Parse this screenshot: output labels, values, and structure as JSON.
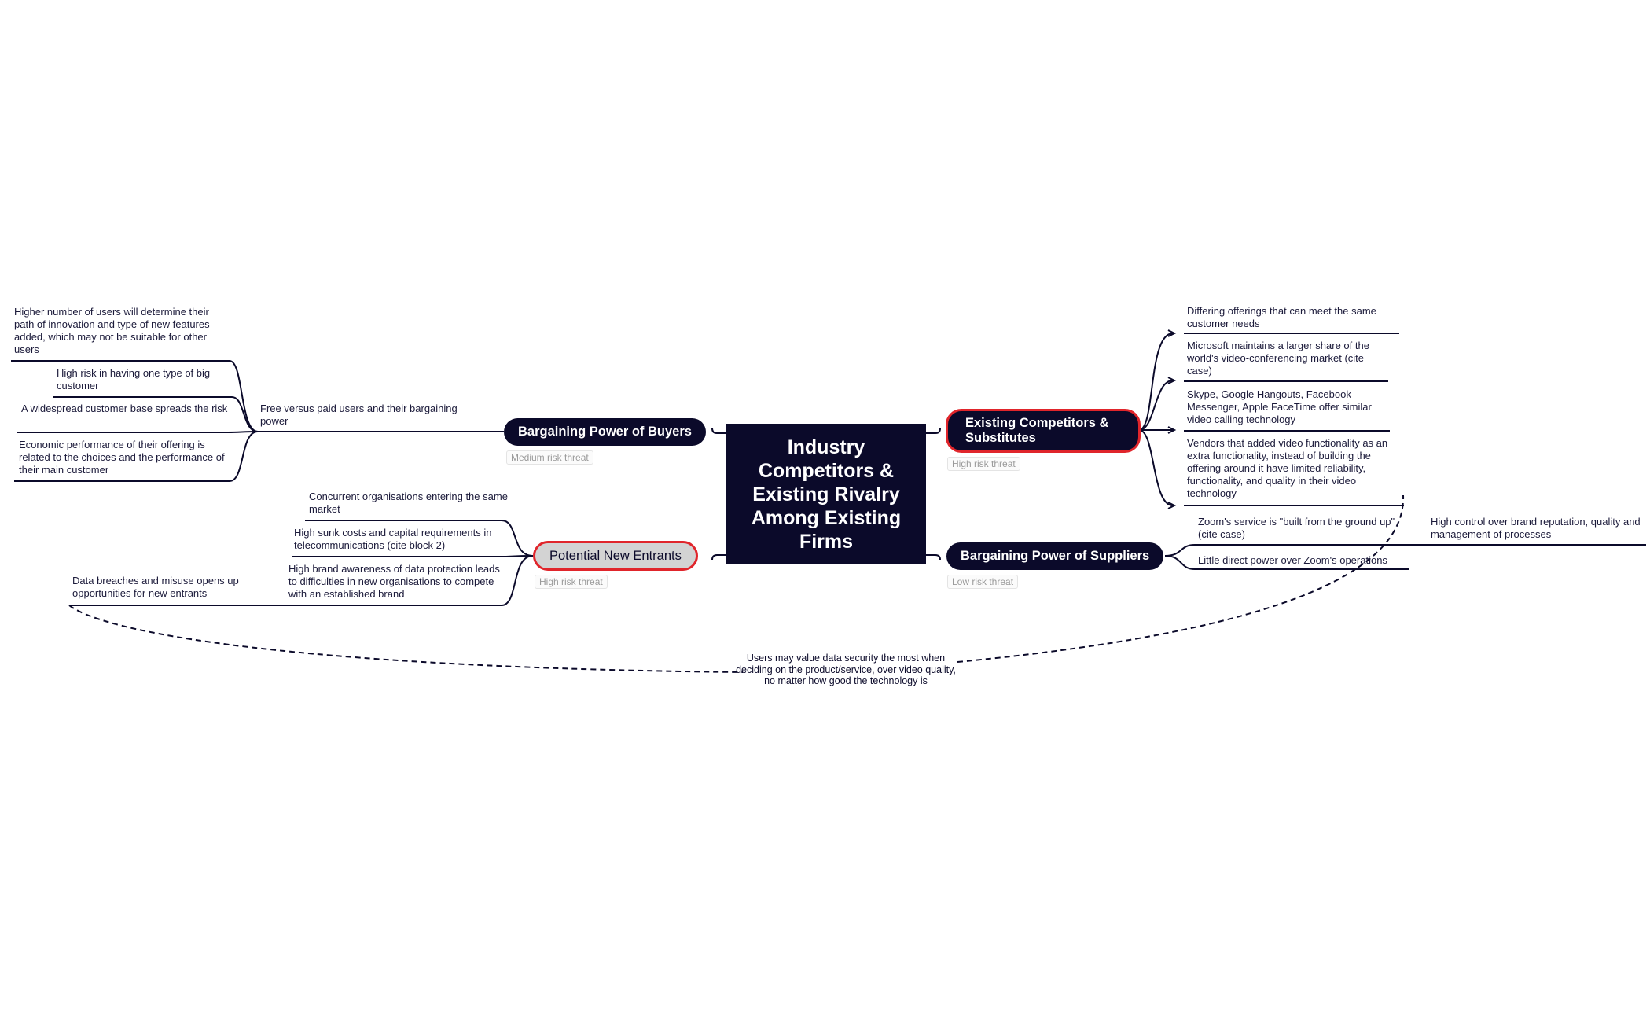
{
  "central": {
    "title": "Industry Competitors & Existing Rivalry Among Existing Firms"
  },
  "branches": {
    "buyers": {
      "title": "Bargaining Power of Buyers",
      "tag": "Medium risk threat"
    },
    "competitors": {
      "title": "Existing Competitors & Substitutes",
      "tag": "High risk threat"
    },
    "entrants": {
      "title": "Potential New Entrants",
      "tag": "High risk threat"
    },
    "suppliers": {
      "title": "Bargaining Power of Suppliers",
      "tag": "Low risk threat"
    }
  },
  "buyers_sub": "Free versus paid users and their bargaining power",
  "buyers_leaves": [
    "Higher number of users will determine their path of innovation and type of new features added, which may not be suitable for other users",
    "High risk in having one type of big customer",
    "A widespread customer base spreads the risk",
    "Economic performance of their offering is related to the choices and the performance of their main customer"
  ],
  "competitors_leaves": [
    "Differing offerings that can meet the same customer needs",
    "Microsoft maintains a larger share of the world's video-conferencing market (cite case)",
    "Skype, Google Hangouts, Facebook Messenger, Apple FaceTime offer similar video calling technology",
    "Vendors that added video functionality as an extra functionality, instead of building the offering around it have limited reliability, functionality, and quality in their video technology"
  ],
  "entrants_leaves": [
    "Concurrent organisations entering the same market",
    "High sunk costs and capital requirements in telecommunications (cite block 2)",
    "High brand awareness of data protection leads to difficulties in new organisations to compete with an established brand"
  ],
  "entrants_subleaf": "Data breaches and misuse opens up opportunities for new entrants",
  "suppliers_leaves": [
    "Zoom's service is \"built from the ground up\" (cite case)",
    "Little direct power over Zoom's operations"
  ],
  "suppliers_subleaf": "High control over brand reputation, quality and management of processes",
  "relationship_label": "Users may value data security the most when deciding on the product/service, over video quality, no matter how good the technology is",
  "colors": {
    "navy": "#0b0a2a",
    "accent_red": "#e0252b",
    "grey_fill": "#d3d3d3",
    "tag_text": "#9a9a9a"
  }
}
